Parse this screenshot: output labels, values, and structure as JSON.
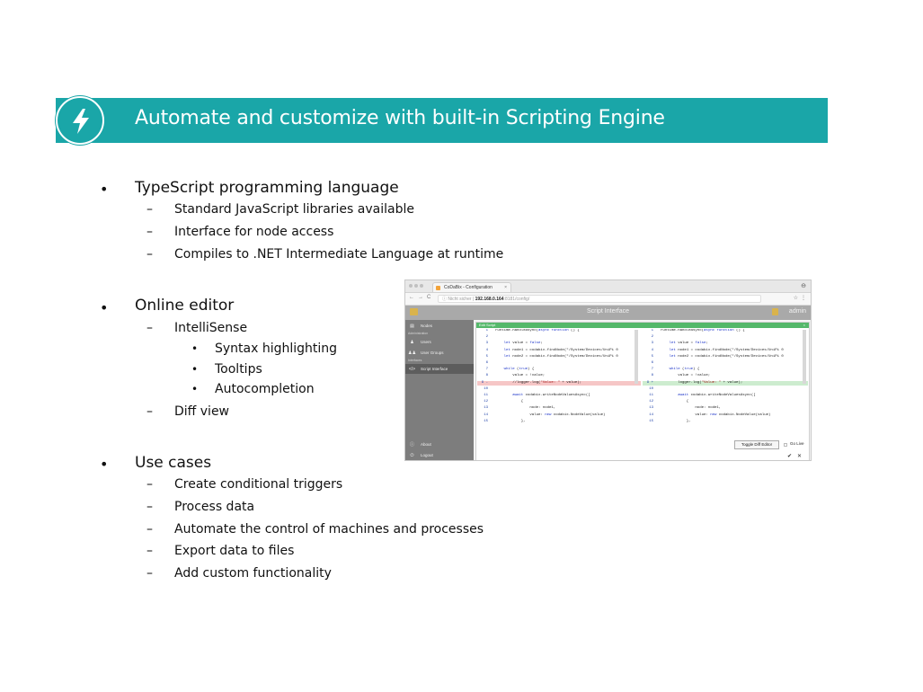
{
  "banner": {
    "title": "Automate and customize with built-in Scripting Engine",
    "icon": "lightning-bolt-icon",
    "color": "#1aa6a8"
  },
  "bullets": [
    {
      "text": "TypeScript programming language",
      "children": [
        {
          "text": "Standard JavaScript libraries available"
        },
        {
          "text": "Interface for node access"
        },
        {
          "text": "Compiles to .NET Intermediate Language at runtime"
        }
      ]
    },
    {
      "text": "Online editor",
      "children": [
        {
          "text": "IntelliSense",
          "children": [
            {
              "text": "Syntax highlighting"
            },
            {
              "text": "Tooltips"
            },
            {
              "text": "Autocompletion"
            }
          ]
        },
        {
          "text": "Diff view"
        }
      ]
    },
    {
      "text": "Use cases",
      "children": [
        {
          "text": "Create conditional triggers"
        },
        {
          "text": "Process data"
        },
        {
          "text": "Automate the control of machines and processes"
        },
        {
          "text": "Export data to files"
        },
        {
          "text": "Add custom functionality"
        }
      ]
    }
  ],
  "markers": {
    "bullet": "•",
    "dash": "–"
  },
  "screenshot": {
    "tab_title": "CoDaBix - Configuration",
    "tab_close": "×",
    "address": {
      "insecure": "Nicht sicher",
      "host": "192.168.0.164",
      "path": ":8181/config/"
    },
    "app_title": "Script Interface",
    "user": "admin",
    "sidebar": {
      "nodes": "Nodes",
      "admin_heading": "Administration",
      "users": "Users",
      "user_groups": "User Groups",
      "interfaces_heading": "Interfaces",
      "script_interface": "Script Interface",
      "about": "About",
      "logout": "Logout"
    },
    "modal_title": "Edit Script",
    "modal_close": "×",
    "left_code": [
      {
        "n": "1",
        "t": "runtime.handleAsync(async function () {"
      },
      {
        "n": "2",
        "t": ""
      },
      {
        "n": "3",
        "t": "    let value = false;"
      },
      {
        "n": "4",
        "t": "    let node1 = codabix.findNode(\"/System/Devices/UniPi 0"
      },
      {
        "n": "5",
        "t": "    let node2 = codabix.findNode(\"/System/Devices/UniPi 0"
      },
      {
        "n": "6",
        "t": ""
      },
      {
        "n": "7",
        "t": "    while (true) {"
      },
      {
        "n": "8",
        "t": "        value = !value;"
      },
      {
        "n": "9 -",
        "t": "        //logger.log(\"Value: \" + value);"
      },
      {
        "n": "10",
        "t": ""
      },
      {
        "n": "11",
        "t": "        await codabix.writeNodeValuesAsync(["
      },
      {
        "n": "12",
        "t": "            {"
      },
      {
        "n": "13",
        "t": "                node: node1,"
      },
      {
        "n": "14",
        "t": "                value: new codabix.NodeValue(value)"
      },
      {
        "n": "15",
        "t": "            },"
      }
    ],
    "right_code": [
      {
        "n": "1",
        "t": "runtime.handleAsync(async function () {"
      },
      {
        "n": "2",
        "t": ""
      },
      {
        "n": "3",
        "t": "    let value = false;"
      },
      {
        "n": "4",
        "t": "    let node1 = codabix.findNode(\"/System/Devices/UniPi 0"
      },
      {
        "n": "5",
        "t": "    let node2 = codabix.findNode(\"/System/Devices/UniPi 0"
      },
      {
        "n": "6",
        "t": ""
      },
      {
        "n": "7",
        "t": "    while (true) {"
      },
      {
        "n": "8",
        "t": "        value = !value;"
      },
      {
        "n": "9 +",
        "t": "        logger.log(\"Value: \" + value);"
      },
      {
        "n": "10",
        "t": ""
      },
      {
        "n": "11",
        "t": "        await codabix.writeNodeValuesAsync(["
      },
      {
        "n": "12",
        "t": "            {"
      },
      {
        "n": "13",
        "t": "                node: node1,"
      },
      {
        "n": "14",
        "t": "                value: new codabix.NodeValue(value)"
      },
      {
        "n": "15",
        "t": "            },"
      }
    ],
    "toggle_diff_label": "Toggle Diff Editor",
    "go_live_label": "Go Live",
    "ok_icon": "✔",
    "cancel_icon": "✕"
  }
}
